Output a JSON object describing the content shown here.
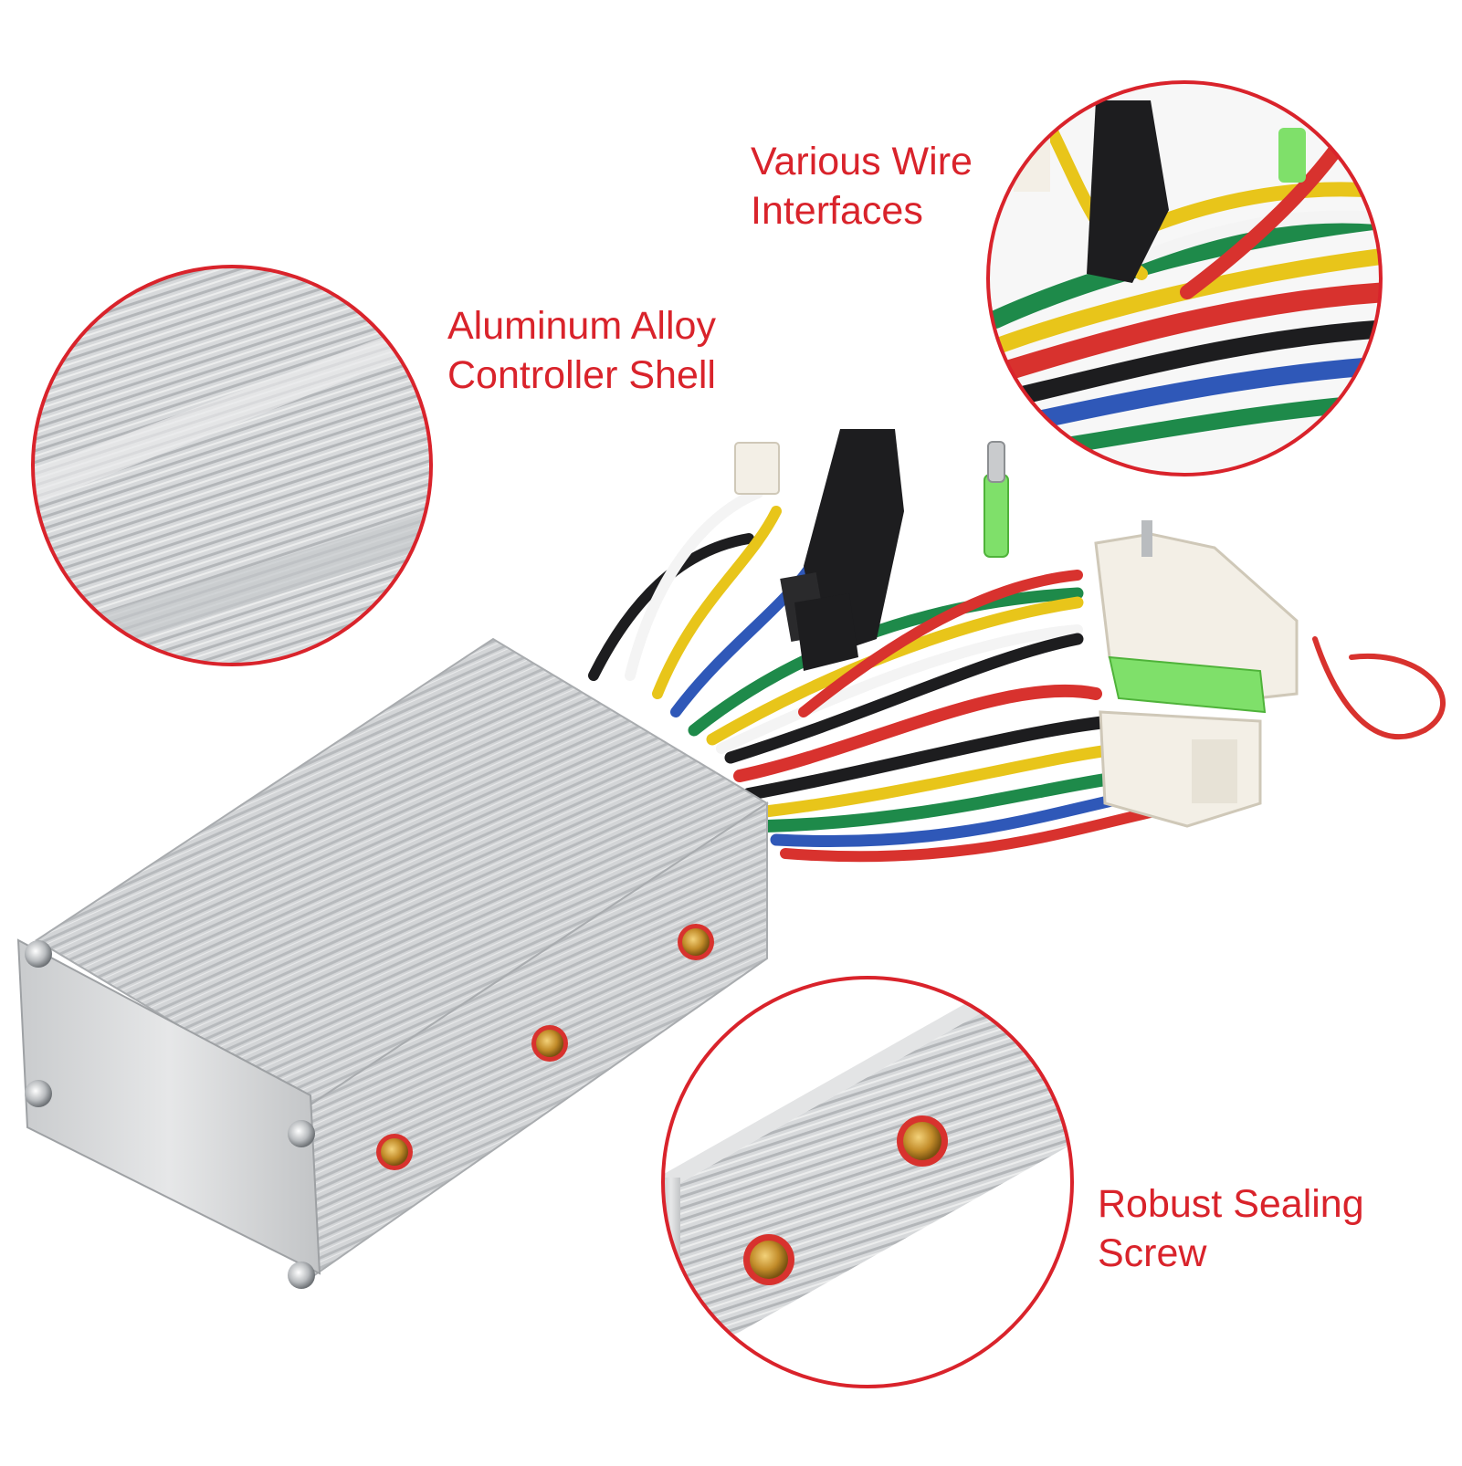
{
  "callouts": {
    "wire": {
      "line1": "Various Wire",
      "line2": "Interfaces"
    },
    "shell": {
      "line1": "Aluminum Alloy",
      "line2": "Controller Shell"
    },
    "screw": {
      "line1": "Robust Sealing",
      "line2": "Screw"
    }
  },
  "colors": {
    "accent": "#d9232b",
    "aluminum": "#cfd1d3",
    "wire_red": "#d8322e",
    "wire_yellow": "#e8c51a",
    "wire_blue": "#2f58b8",
    "wire_green": "#1e8a4a",
    "wire_black": "#1d1d1f",
    "wire_white": "#f4f4f4",
    "connector_white": "#f3efe6",
    "connector_green": "#7fe06a"
  }
}
